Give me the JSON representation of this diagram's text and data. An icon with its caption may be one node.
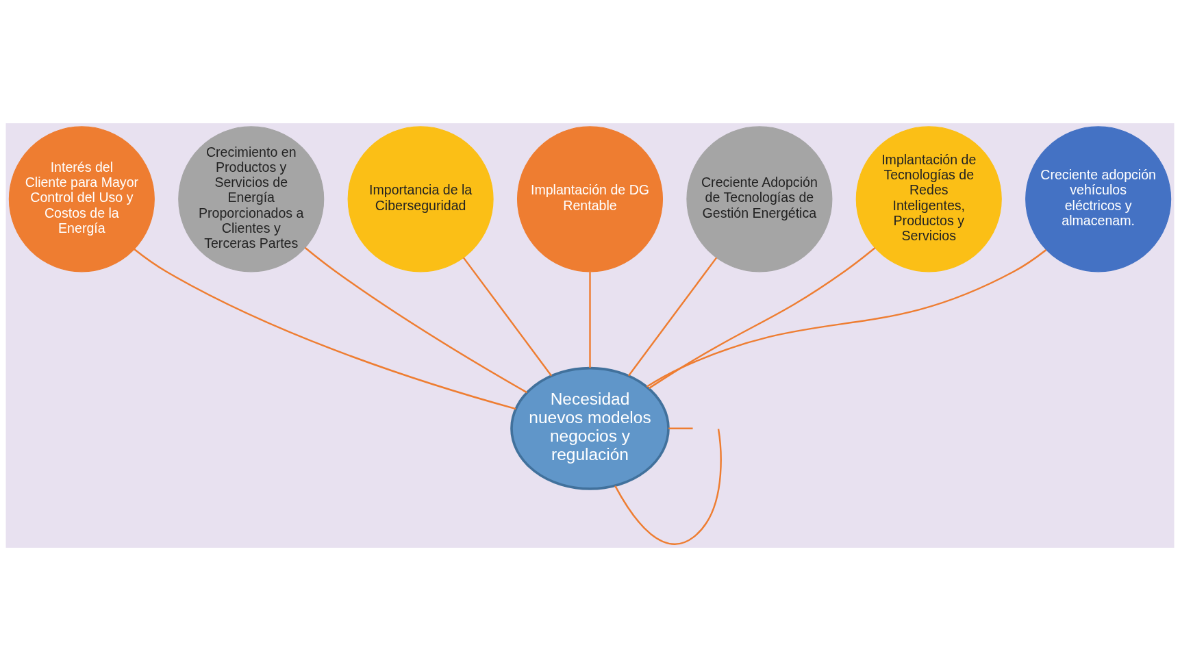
{
  "diagram": {
    "nodes": [
      {
        "text": [
          "Necesidad nuevos modelos negocios y regulación"
        ]
      },
      {
        "text": [
          "Interés del Cliente para Mayor Control del Uso y Costos de la Energía"
        ]
      },
      {
        "text": [
          "Crecimiento en Productos y Servicios de Energía Proporcionados a Clientes y Terceras Partes"
        ]
      },
      {
        "text": [
          "Importancia de la Ciberseguridad"
        ]
      },
      {
        "text": [
          "Implantación de DG Rentable"
        ]
      },
      {
        "text": [
          "Creciente Adopción de Tecnologías de Gestión Energética"
        ]
      },
      {
        "text": [
          "Implantación de Tecnologías de Redes Inteligentes, Productos y Servicios"
        ]
      },
      {
        "text": [
          "Creciente adopción vehículos eléctricos y almacenam."
        ]
      }
    ],
    "edges": [
      {
        "from": 0,
        "to": 1,
        "arrow": "none"
      },
      {
        "from": 0,
        "to": 2,
        "arrow": "none"
      },
      {
        "from": 0,
        "to": 3,
        "arrow": "none"
      },
      {
        "from": 0,
        "to": 4,
        "arrow": "none"
      },
      {
        "from": 0,
        "to": 5,
        "arrow": "none"
      },
      {
        "from": 0,
        "to": 6,
        "arrow": "none"
      },
      {
        "from": 0,
        "to": 7,
        "arrow": "none"
      },
      {
        "from": 0,
        "to": null,
        "arrow": "none"
      },
      {
        "from": 0,
        "to": null,
        "arrow": "none"
      }
    ]
  }
}
